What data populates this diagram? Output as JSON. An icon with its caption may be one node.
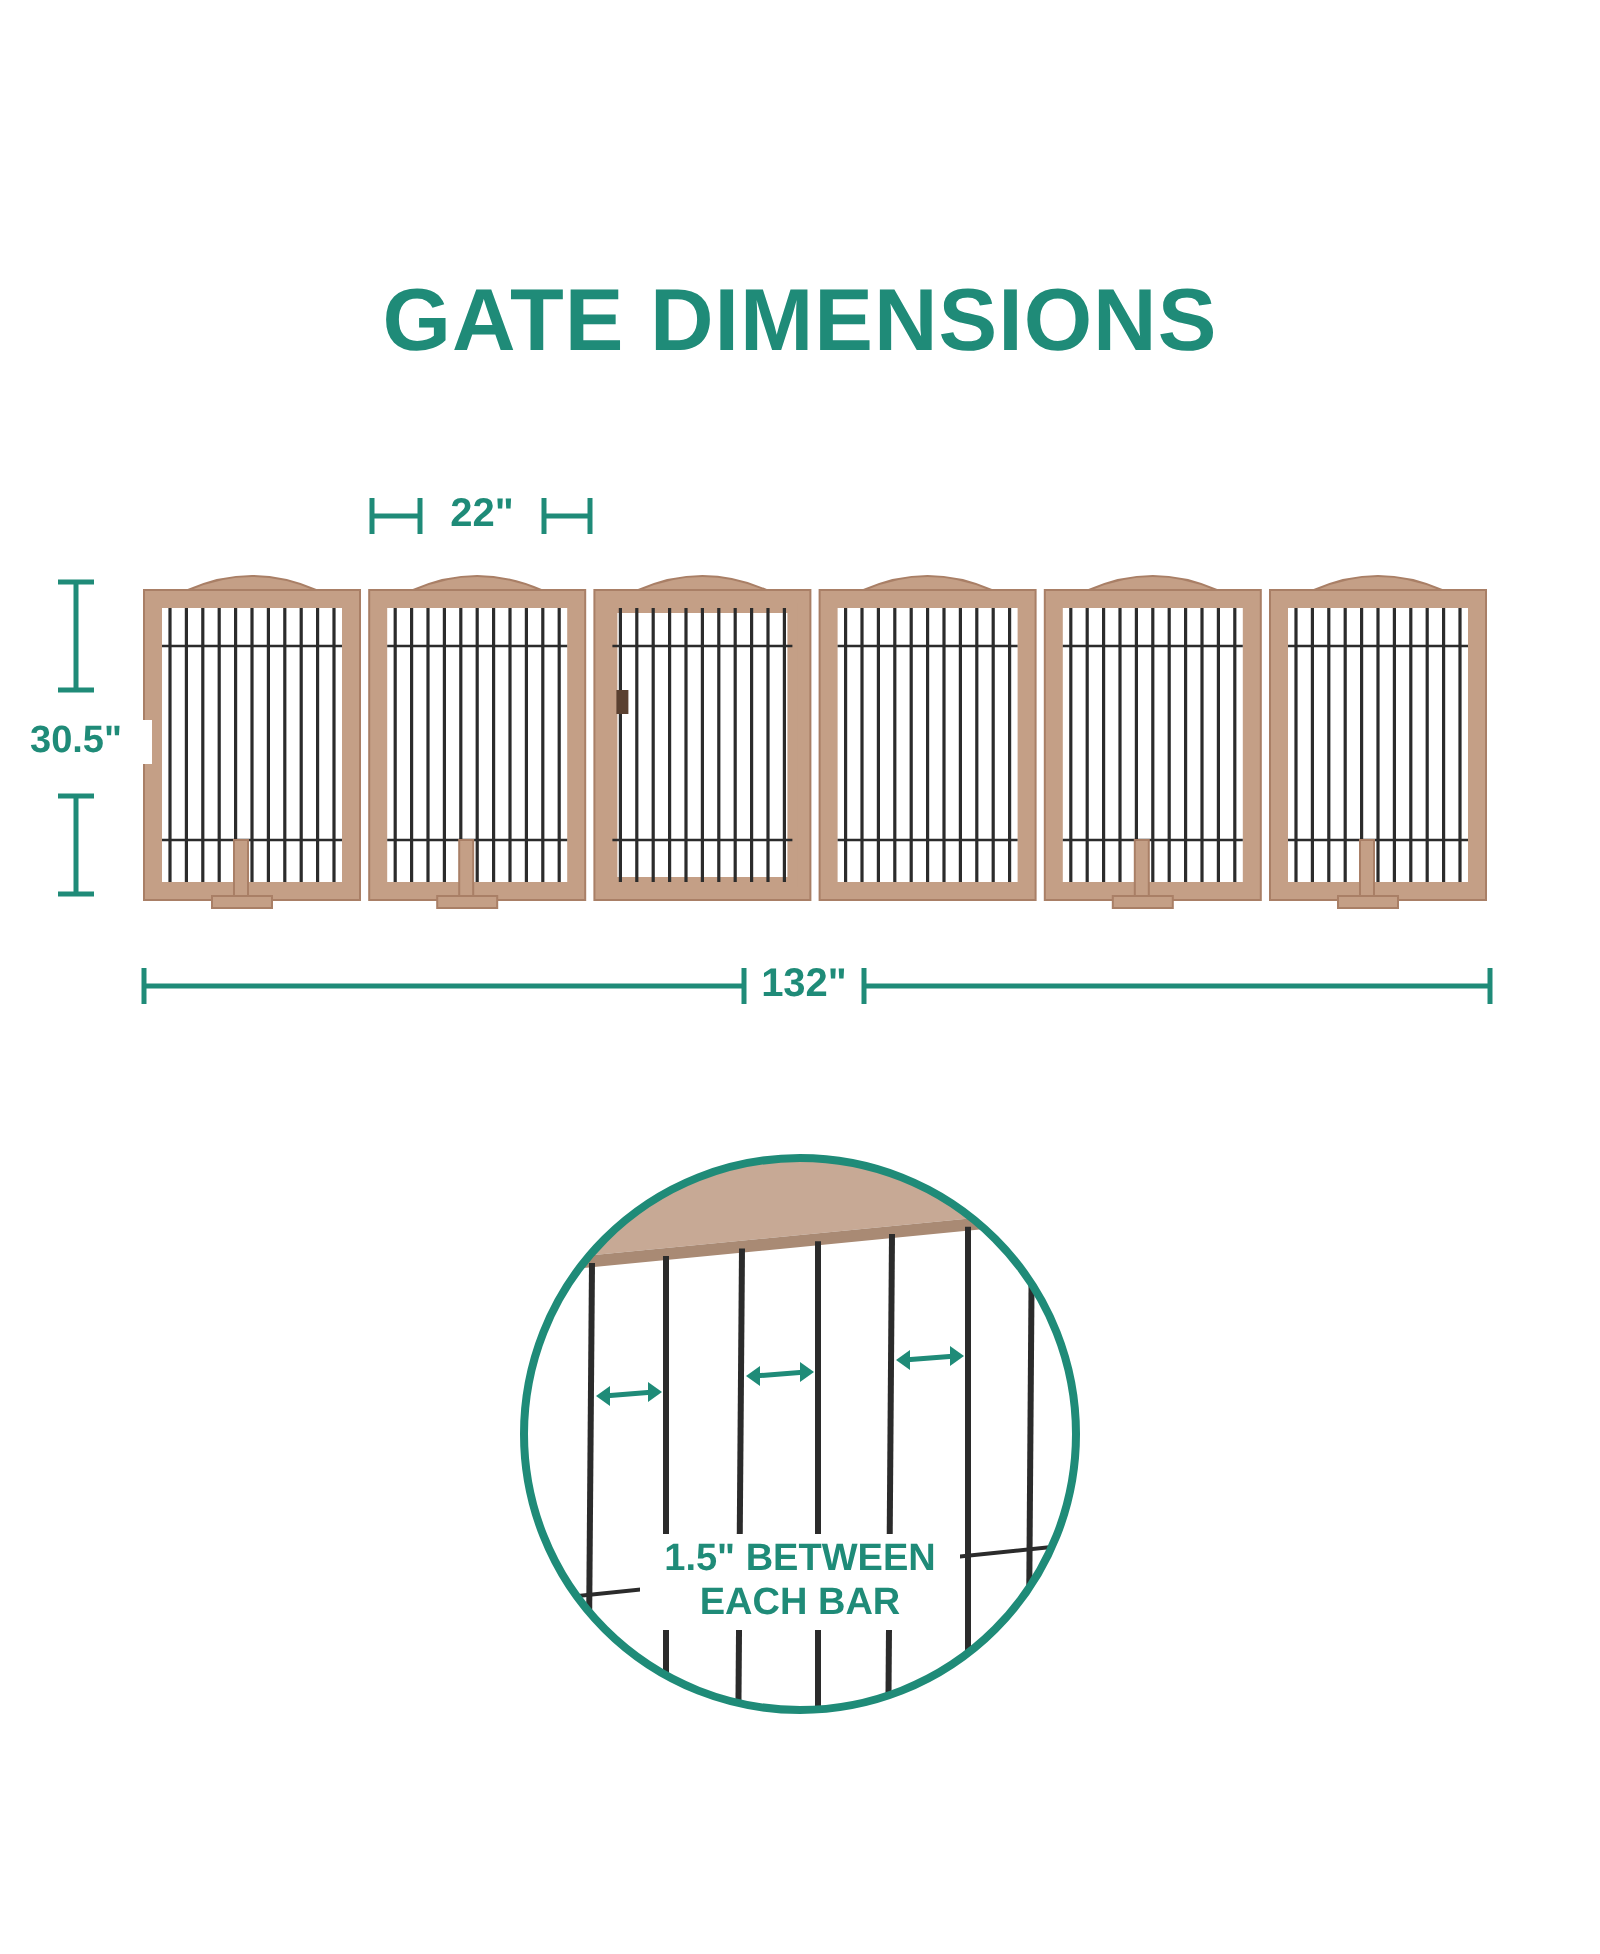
{
  "diagram": {
    "title": "GATE DIMENSIONS",
    "labels": [
      "22\"",
      "30.5\"",
      "132\"",
      "1.5\" BETWEEN EACH BAR"
    ]
  }
}
